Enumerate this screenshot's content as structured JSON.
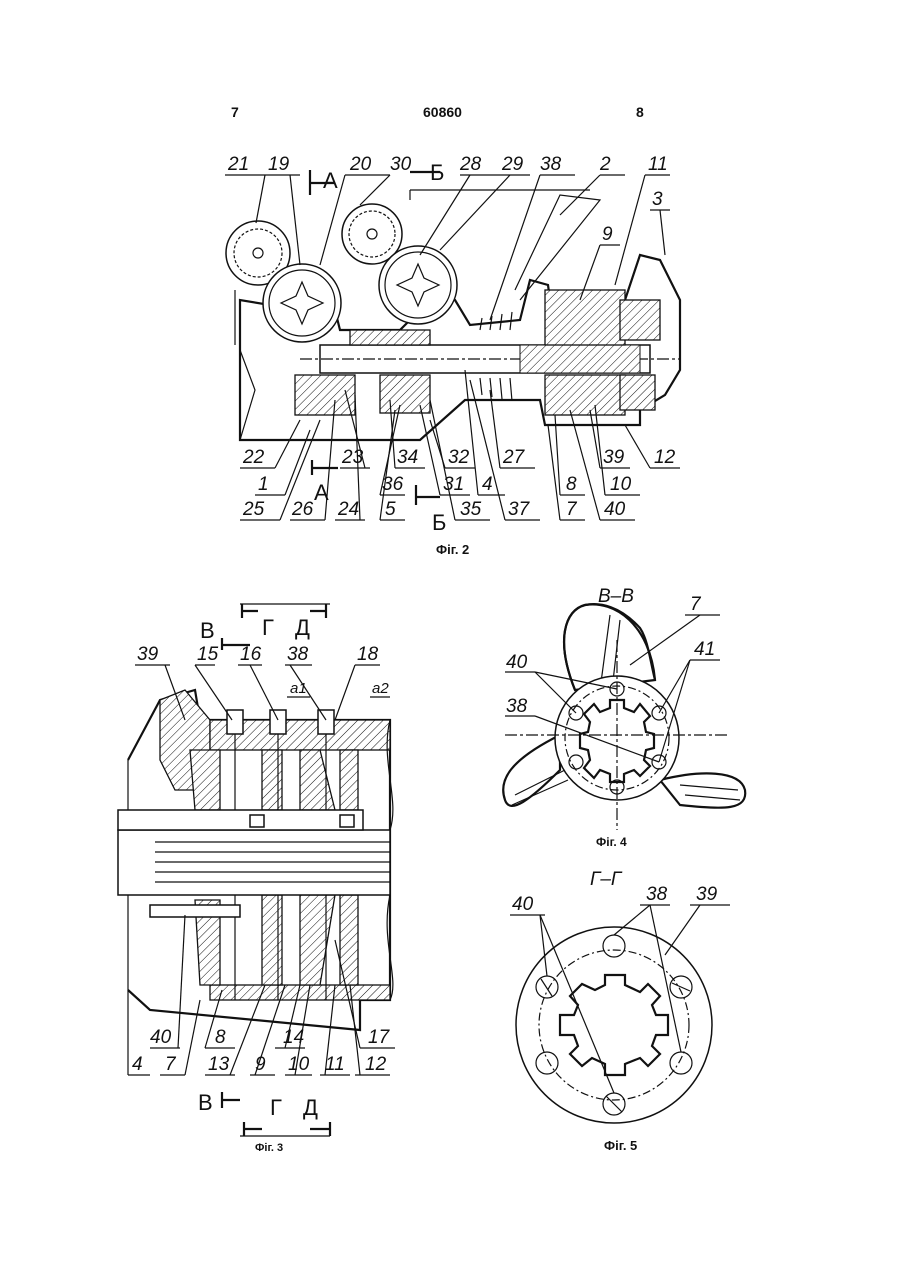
{
  "header": {
    "left_page": "7",
    "patent_number": "60860",
    "right_page": "8"
  },
  "figures": {
    "fig2": {
      "caption": "Фіг. 2",
      "section_marks": [
        "А",
        "Б",
        "А",
        "Б"
      ],
      "labels_top": [
        "21",
        "19",
        "20",
        "30",
        "28",
        "29",
        "38",
        "2",
        "11",
        "9",
        "3"
      ],
      "labels_bottom": [
        "22",
        "1",
        "25",
        "26",
        "23",
        "24",
        "34",
        "5",
        "36",
        "32",
        "31",
        "35",
        "27",
        "4",
        "37",
        "8",
        "7",
        "39",
        "10",
        "40",
        "12"
      ]
    },
    "fig3": {
      "caption": "Фіг. 3",
      "section_marks_top": [
        "В",
        "Г",
        "Д"
      ],
      "section_marks_bottom": [
        "В",
        "Г",
        "Д"
      ],
      "labels_top": [
        "39",
        "15",
        "16",
        "38",
        "18",
        "a1",
        "a2"
      ],
      "labels_bottom": [
        "40",
        "8",
        "4",
        "7",
        "13",
        "9",
        "14",
        "10",
        "11",
        "17",
        "12"
      ]
    },
    "fig4": {
      "caption": "Фіг. 4",
      "section_title": "В–В",
      "labels": [
        "7",
        "40",
        "41",
        "38"
      ]
    },
    "fig5": {
      "caption": "Фіг. 5",
      "section_title": "Г–Г",
      "labels": [
        "40",
        "38",
        "39"
      ]
    }
  }
}
